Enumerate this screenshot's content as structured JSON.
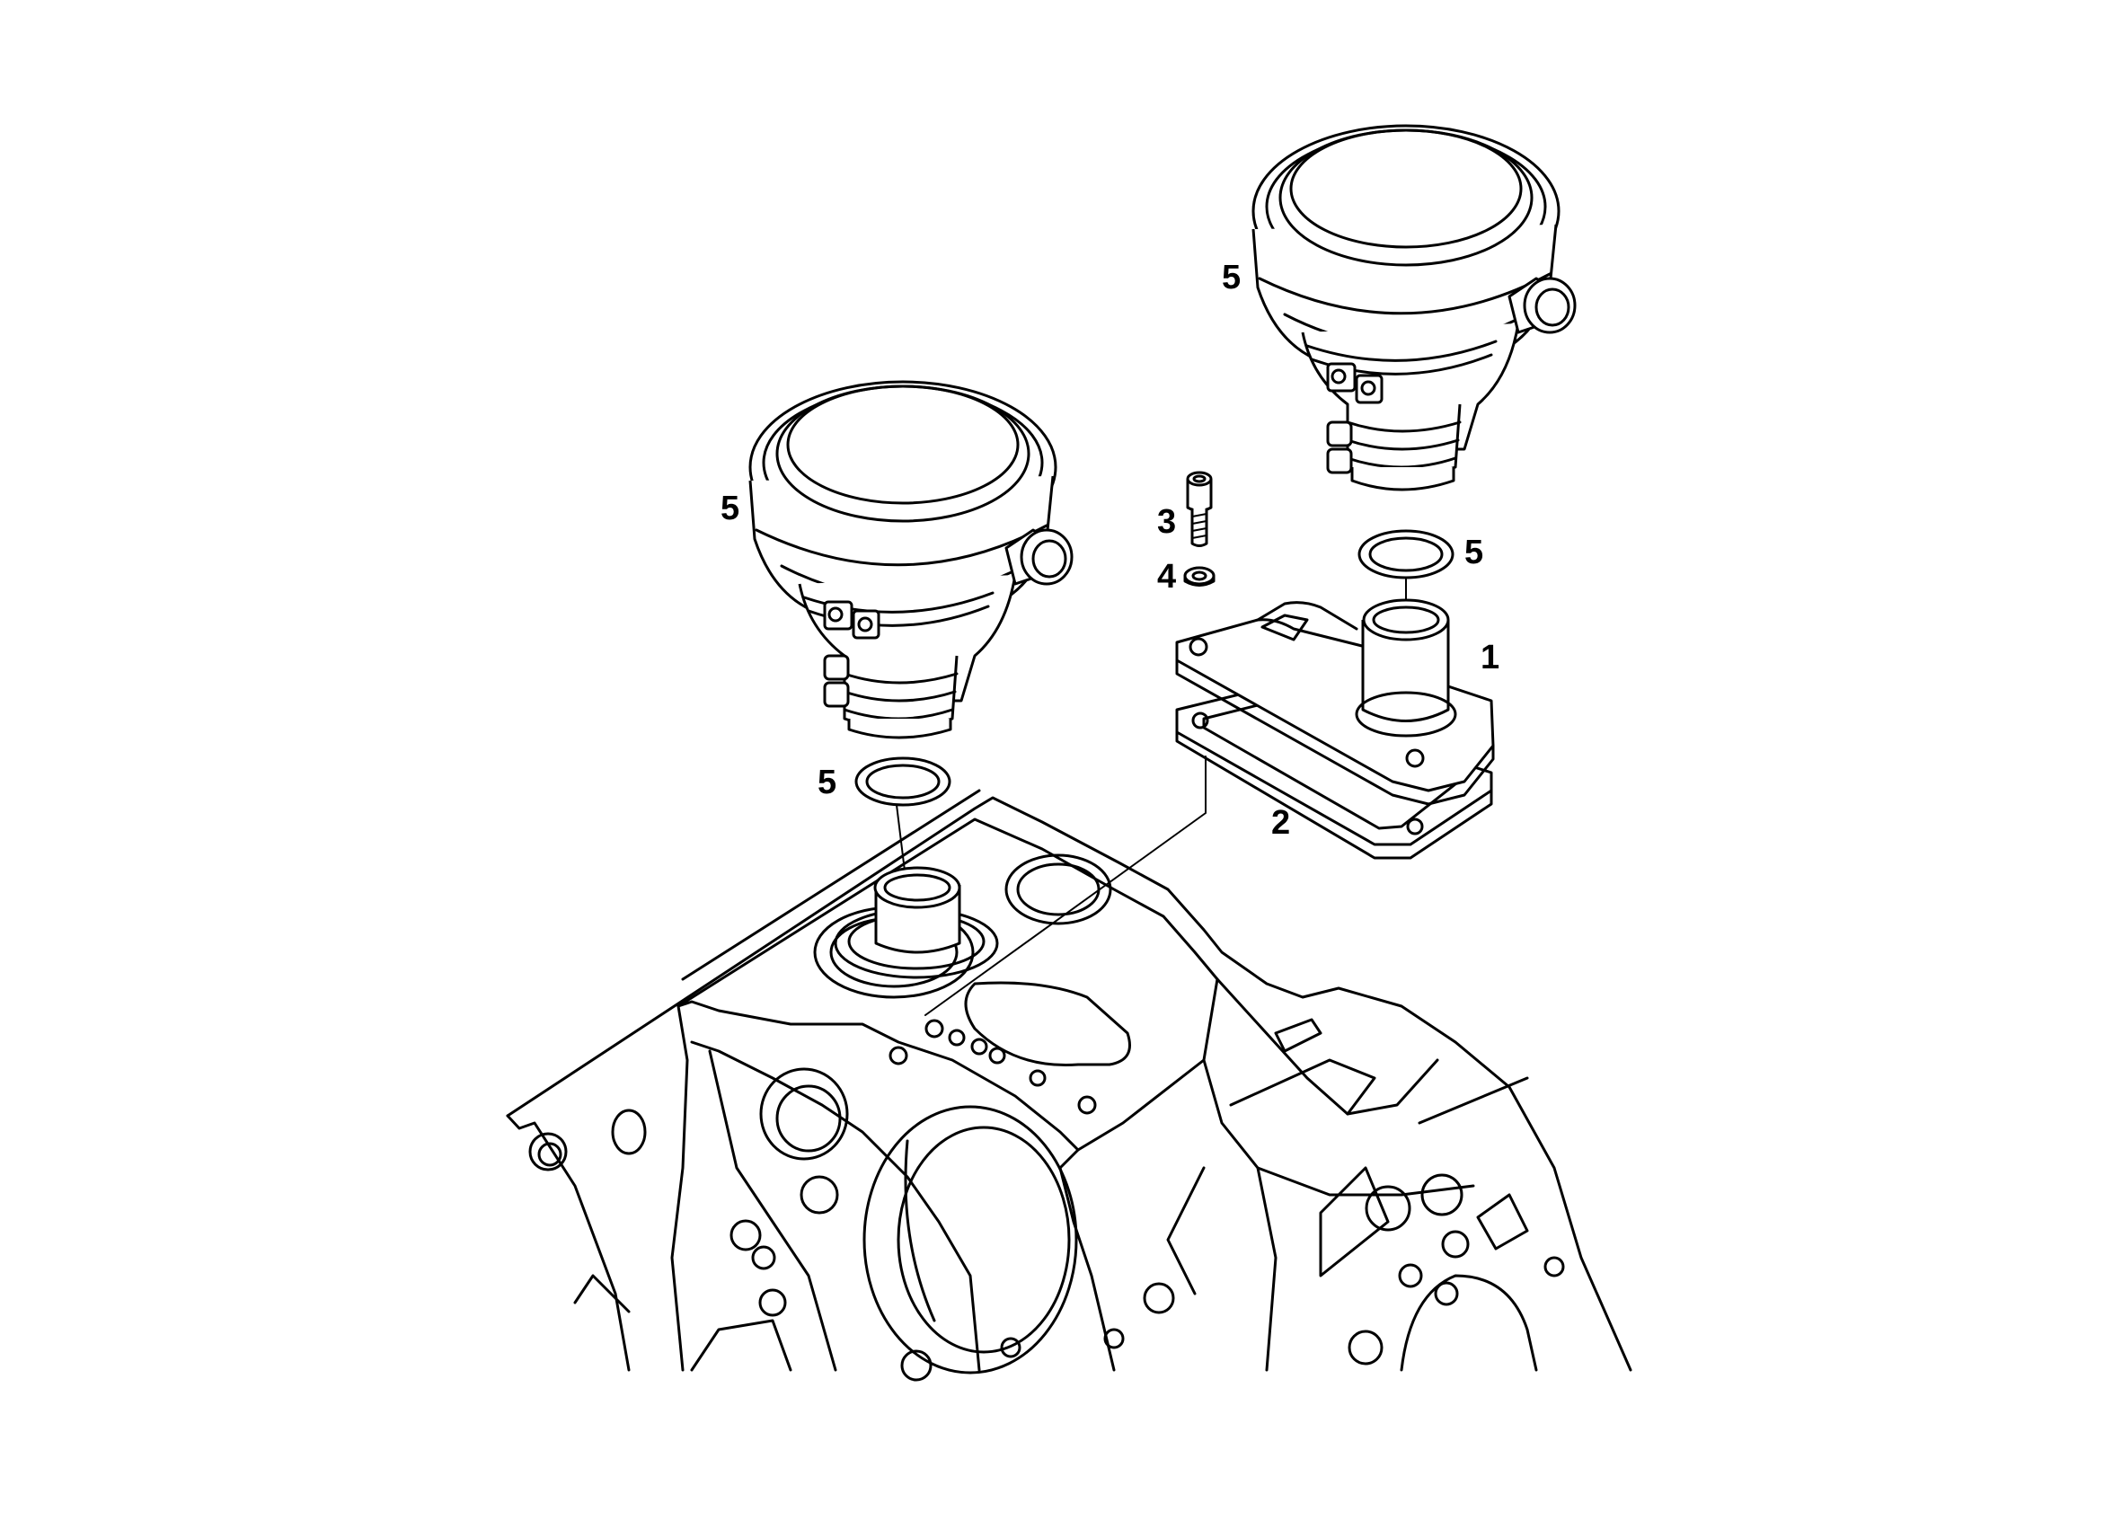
{
  "callouts": {
    "part1": "1",
    "part2": "2",
    "part3": "3",
    "part4": "4",
    "breather_right": "5",
    "oring_right": "5",
    "breather_left": "5",
    "oring_left": "5"
  },
  "colors": {
    "line": "#000000",
    "background": "#ffffff"
  }
}
